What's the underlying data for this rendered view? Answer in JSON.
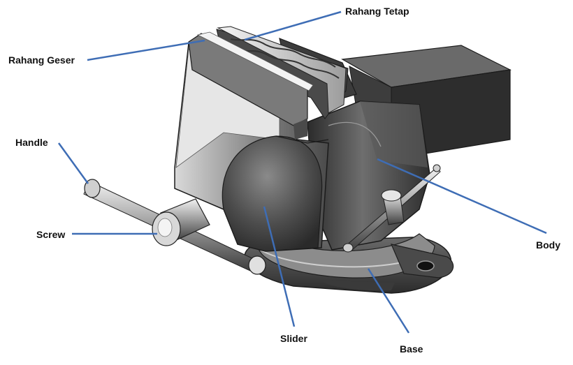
{
  "labels": {
    "rahang_tetap": "Rahang Tetap",
    "rahang_geser": "Rahang Geser",
    "handle": "Handle",
    "screw": "Screw",
    "body": "Body",
    "slider": "Slider",
    "base": "Base"
  },
  "colors": {
    "leader_line": "#3e6db5",
    "dark_metal": "#3a3a3a",
    "mid_metal": "#6b6b6b",
    "light_metal": "#d8d8d8"
  }
}
